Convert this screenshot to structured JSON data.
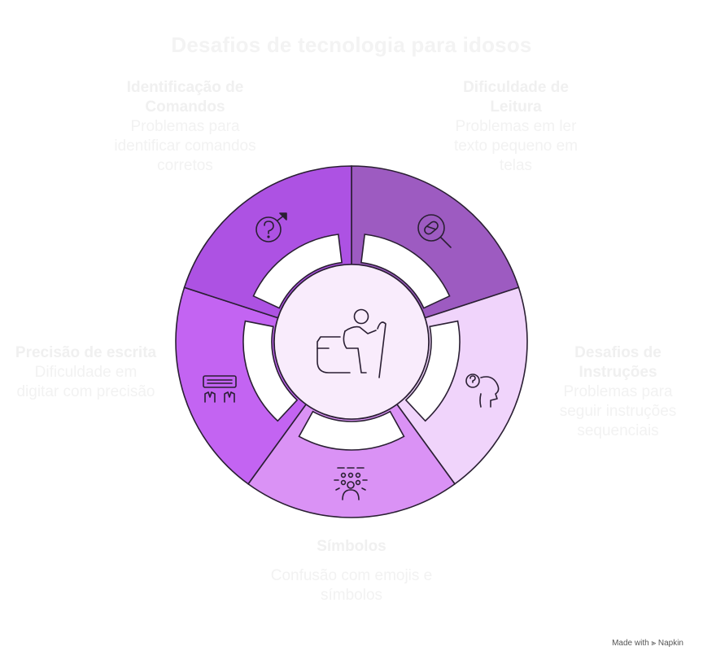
{
  "title": "Desafios de tecnologia para idosos",
  "segments": [
    {
      "heading": "Identificação de Comandos",
      "description": "Problemas para identificar comandos corretos",
      "color": "#9d5bc1",
      "icon": "question-gender-icon"
    },
    {
      "heading": "Dificuldade de Leitura",
      "description": "Problemas em ler texto pequeno em telas",
      "color": "#f0d4fb",
      "icon": "magnifier-pill-icon"
    },
    {
      "heading": "Desafios de Instruções",
      "description": "Problemas para seguir instruções sequenciais",
      "color": "#da92f5",
      "icon": "head-question-icon"
    },
    {
      "heading": "Símbolos",
      "description": "Confusão com emojis e símbolos",
      "color": "#c364f2",
      "icon": "person-symbols-icon"
    },
    {
      "heading": "Precisão de escrita",
      "description": "Dificuldade em digitar com precisão",
      "color": "#ad52e3",
      "icon": "keyboard-hands-icon"
    }
  ],
  "center": {
    "color": "#f9ecfc",
    "icon": "elderly-person-icon"
  },
  "footer": "Made with ⫸ Napkin"
}
